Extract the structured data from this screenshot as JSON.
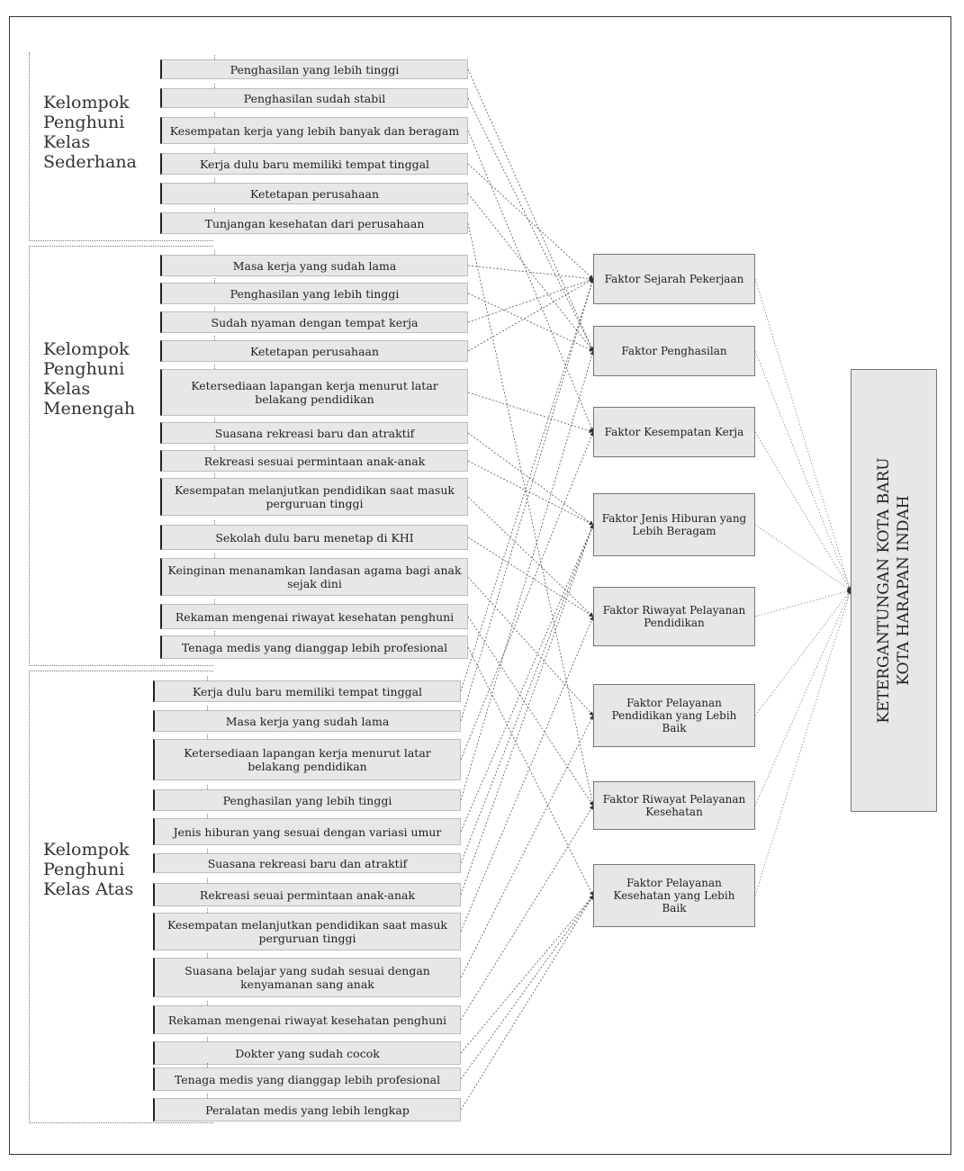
{
  "groups": [
    {
      "label": "Kelompok\nPenghuni\nKelas\nSederhana",
      "items": [
        {
          "text": "Penghasilan yang lebih tinggi",
          "to": 1
        },
        {
          "text": "Penghasilan sudah stabil",
          "to": 1
        },
        {
          "text": "Kesempatan kerja yang lebih banyak dan beragam",
          "to": 2
        },
        {
          "text": "Kerja dulu baru memiliki tempat tinggal",
          "to": 0
        },
        {
          "text": "Ketetapan perusahaan",
          "to": 1
        },
        {
          "text": "Tunjangan kesehatan dari perusahaan",
          "to": 6
        }
      ]
    },
    {
      "label": "Kelompok\nPenghuni\nKelas\nMenengah",
      "items": [
        {
          "text": "Masa kerja yang sudah lama",
          "to": 0
        },
        {
          "text": "Penghasilan yang lebih tinggi",
          "to": 1
        },
        {
          "text": "Sudah nyaman dengan tempat kerja",
          "to": 0
        },
        {
          "text": "Ketetapan perusahaan",
          "to": 0
        },
        {
          "text": "Ketersediaan lapangan kerja menurut latar belakang pendidikan",
          "to": 2
        },
        {
          "text": "Suasana rekreasi baru dan atraktif",
          "to": 3
        },
        {
          "text": "Rekreasi sesuai permintaan anak-anak",
          "to": 3
        },
        {
          "text": "Kesempatan melanjutkan pendidikan saat masuk perguruan tinggi",
          "to": 4
        },
        {
          "text": "Sekolah dulu baru menetap di KHI",
          "to": 4
        },
        {
          "text": "Keinginan menanamkan landasan agama bagi anak sejak dini",
          "to": 5
        },
        {
          "text": "Rekaman mengenai riwayat kesehatan penghuni",
          "to": 6
        },
        {
          "text": "Tenaga medis yang dianggap lebih profesional",
          "to": 7
        }
      ]
    },
    {
      "label": "Kelompok\nPenghuni\nKelas Atas",
      "items": [
        {
          "text": "Kerja dulu baru memiliki tempat tinggal",
          "to": 0
        },
        {
          "text": "Masa kerja yang sudah lama",
          "to": 0
        },
        {
          "text": "Ketersediaan lapangan kerja menurut latar belakang pendidikan",
          "to": 2
        },
        {
          "text": "Penghasilan yang lebih tinggi",
          "to": 1
        },
        {
          "text": "Jenis hiburan yang sesuai dengan variasi umur",
          "to": 3
        },
        {
          "text": "Suasana rekreasi baru dan atraktif",
          "to": 3
        },
        {
          "text": "Rekreasi seuai permintaan anak-anak",
          "to": 3
        },
        {
          "text": "Kesempatan melanjutkan pendidikan saat masuk perguruan tinggi",
          "to": 4
        },
        {
          "text": "Suasana belajar yang sudah sesuai dengan kenyamanan sang anak",
          "to": 5
        },
        {
          "text": "Rekaman mengenai riwayat kesehatan penghuni",
          "to": 6
        },
        {
          "text": "Dokter yang sudah cocok",
          "to": 7
        },
        {
          "text": "Tenaga medis yang dianggap lebih profesional",
          "to": 7
        },
        {
          "text": "Peralatan medis yang lebih lengkap",
          "to": 7
        }
      ]
    }
  ],
  "factors": [
    "Faktor Sejarah Pekerjaan",
    "Faktor Penghasilan",
    "Faktor Kesempatan Kerja",
    "Faktor Jenis Hiburan yang Lebih Beragam",
    "Faktor Riwayat Pelayanan Pendidikan",
    "Faktor Pelayanan Pendidikan yang Lebih Baik",
    "Faktor Riwayat Pelayanan Kesehatan",
    "Faktor Pelayanan Kesehatan yang Lebih Baik"
  ],
  "outcome": "KETERGANTUNGAN KOTA BARU\nKOTA HARAPAN INDAH"
}
